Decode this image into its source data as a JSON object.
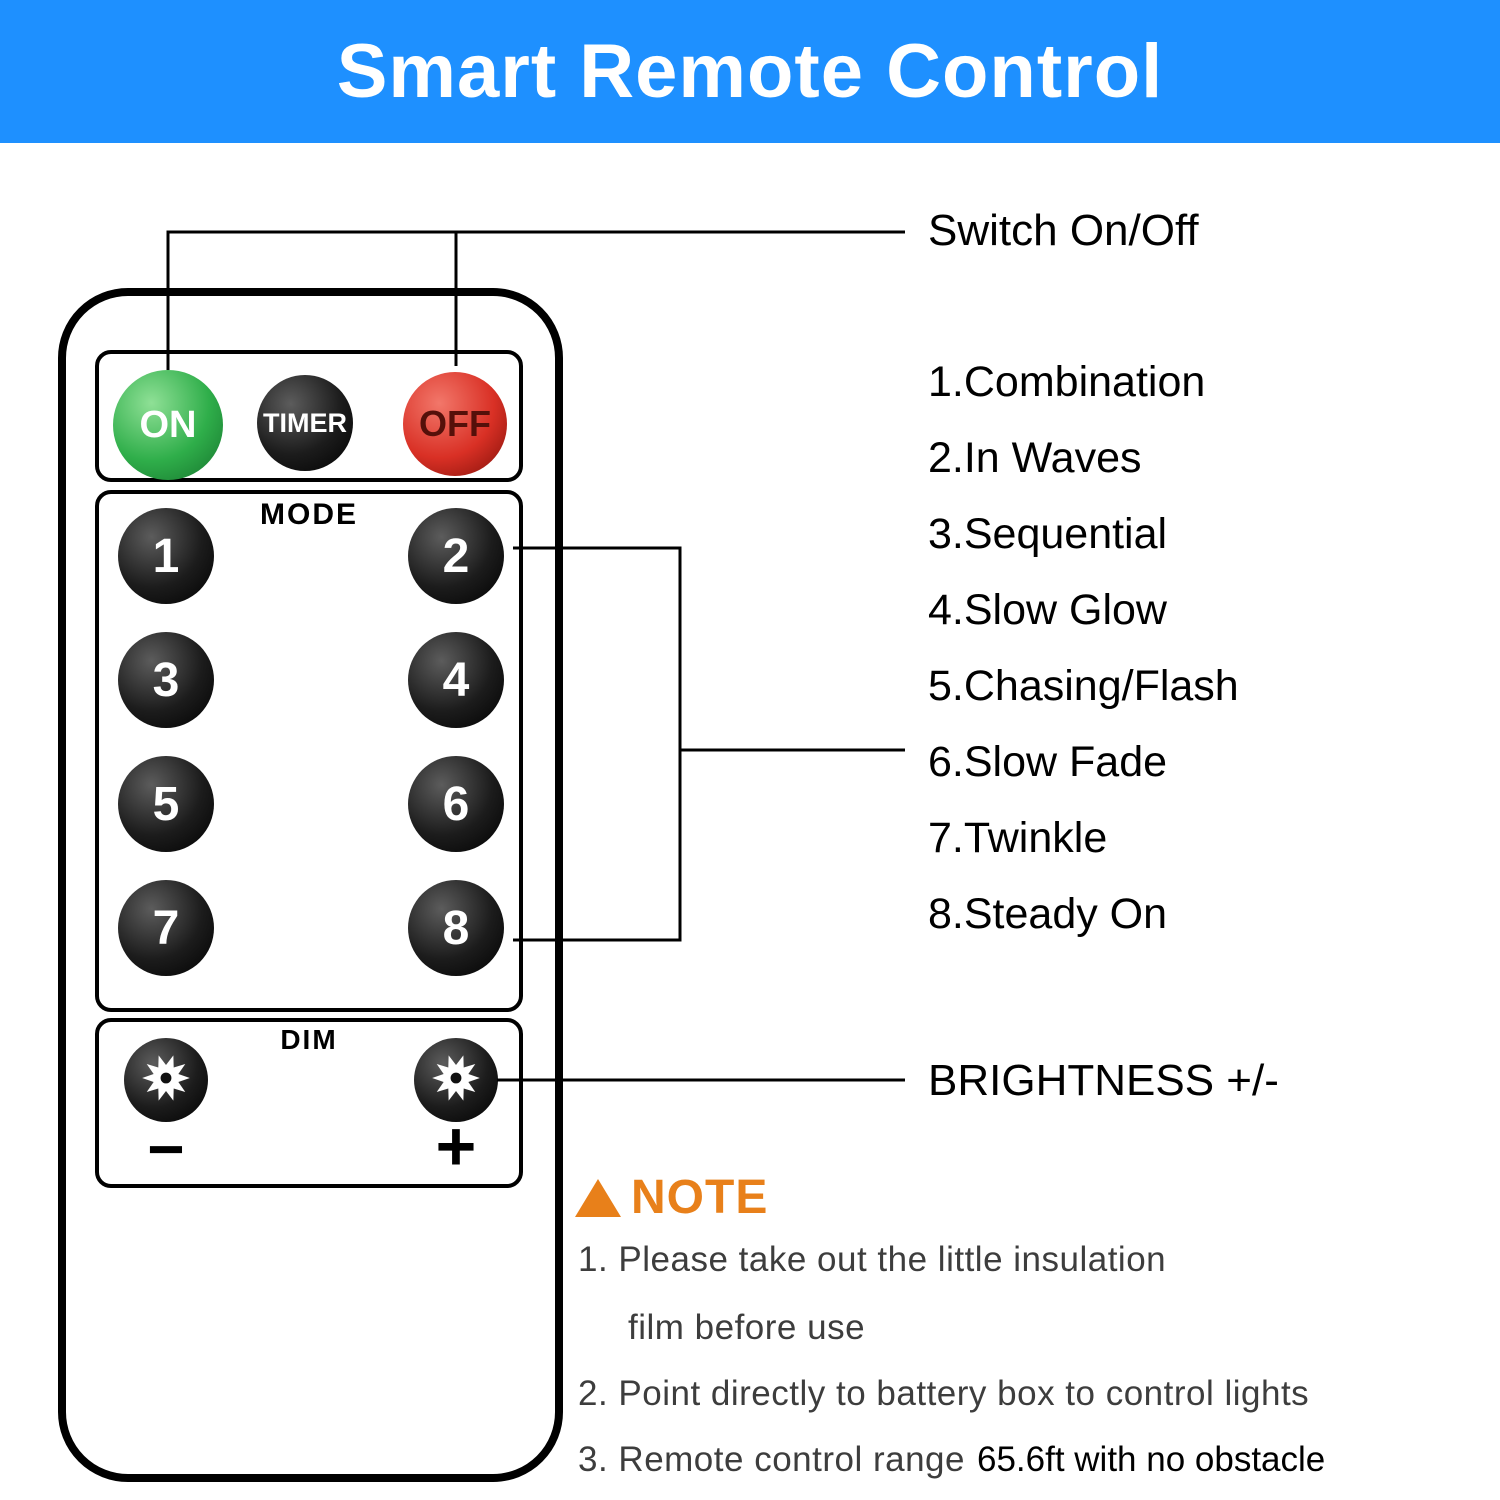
{
  "colors": {
    "header_bg": "#1E90FF",
    "header_text": "#FFFFFF",
    "on_green": "#2FAE4A",
    "off_red": "#D93025",
    "button_black": "#111111",
    "note_accent": "#E8801A",
    "note_text": "#3D3D3D",
    "line_color": "#000000"
  },
  "header": {
    "title": "Smart Remote Control"
  },
  "remote": {
    "power": {
      "on": "ON",
      "timer": "TIMER",
      "off": "OFF"
    },
    "mode": {
      "label": "MODE",
      "buttons": [
        "1",
        "2",
        "3",
        "4",
        "5",
        "6",
        "7",
        "8"
      ]
    },
    "dim": {
      "label": "DIM",
      "minus": "−",
      "plus": "+"
    }
  },
  "annotations": {
    "switch_label": "Switch On/Off",
    "mode_list": [
      "1.Combination",
      "2.In Waves",
      "3.Sequential",
      "4.Slow Glow",
      "5.Chasing/Flash",
      "6.Slow Fade",
      "7.Twinkle",
      "8.Steady On"
    ],
    "brightness_label": "BRIGHTNESS +/-"
  },
  "note": {
    "title": "NOTE",
    "line1": "1. Please take out the little insulation",
    "line1b": "film before use",
    "line2": "2. Point directly to battery box to control lights",
    "line3a": "3. Remote control range",
    "line3b": "65.6ft with no obstacle"
  }
}
